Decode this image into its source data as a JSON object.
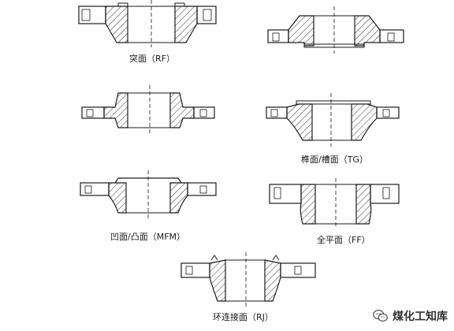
{
  "captions": {
    "rf": "突面（RF）",
    "tg": "榫面/槽面（TG）",
    "mfm": "凹面/凸面（MFM）",
    "ff": "全平面（FF）",
    "rj": "环连接面（RJ）"
  },
  "watermark": {
    "text": "煤化工知库",
    "icon": "wechat-icon"
  },
  "colors": {
    "ink": "#1a1a1a",
    "hatch": "#333333"
  }
}
